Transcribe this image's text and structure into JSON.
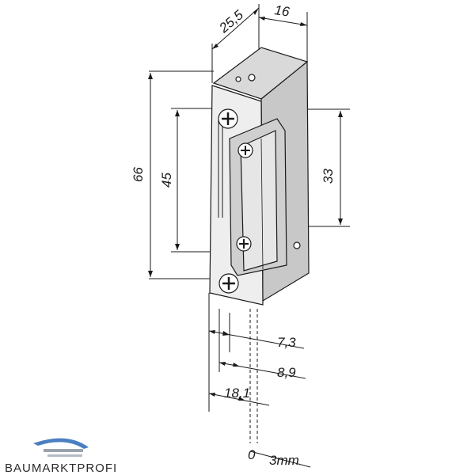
{
  "dimensions": {
    "width_total": "25,5",
    "depth": "16",
    "height_total": "66",
    "height_inner": "45",
    "strike_height": "33",
    "offset_1": "7,3",
    "offset_2": "8,9",
    "offset_3": "18,1",
    "adjust_zero": "0",
    "adjust_max": "3mm"
  },
  "brand": {
    "name": "BAUMARKTPROFI",
    "colors": {
      "blue": "#4a7fc1",
      "gray": "#9aa3ad"
    }
  }
}
